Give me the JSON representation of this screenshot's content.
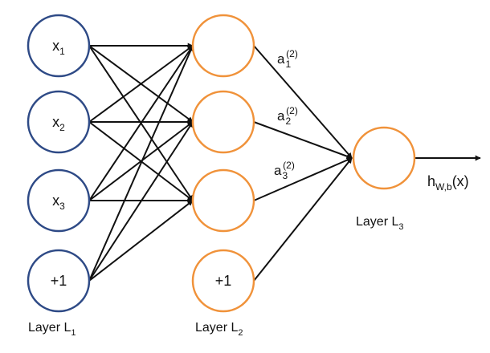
{
  "colors": {
    "input": "#2e4a86",
    "hidden": "#f0923a",
    "output": "#f0923a",
    "edge": "#111111"
  },
  "layers": {
    "L1": {
      "label": "Layer L",
      "sub": "1"
    },
    "L2": {
      "label": "Layer L",
      "sub": "2"
    },
    "L3": {
      "label": "Layer L",
      "sub": "3"
    }
  },
  "inputs": [
    {
      "base": "x",
      "sub": "1"
    },
    {
      "base": "x",
      "sub": "2"
    },
    {
      "base": "x",
      "sub": "3"
    },
    {
      "base": "+1",
      "sub": ""
    }
  ],
  "hidden": [
    {
      "base": "",
      "sub": ""
    },
    {
      "base": "",
      "sub": ""
    },
    {
      "base": "",
      "sub": ""
    },
    {
      "base": "+1",
      "sub": ""
    }
  ],
  "activations": [
    {
      "base": "a",
      "sub": "1",
      "sup": "(2)"
    },
    {
      "base": "a",
      "sub": "2",
      "sup": "(2)"
    },
    {
      "base": "a",
      "sub": "3",
      "sup": "(2)"
    }
  ],
  "output": {
    "base": "h",
    "sub": "W,b",
    "arg": "(x)"
  }
}
